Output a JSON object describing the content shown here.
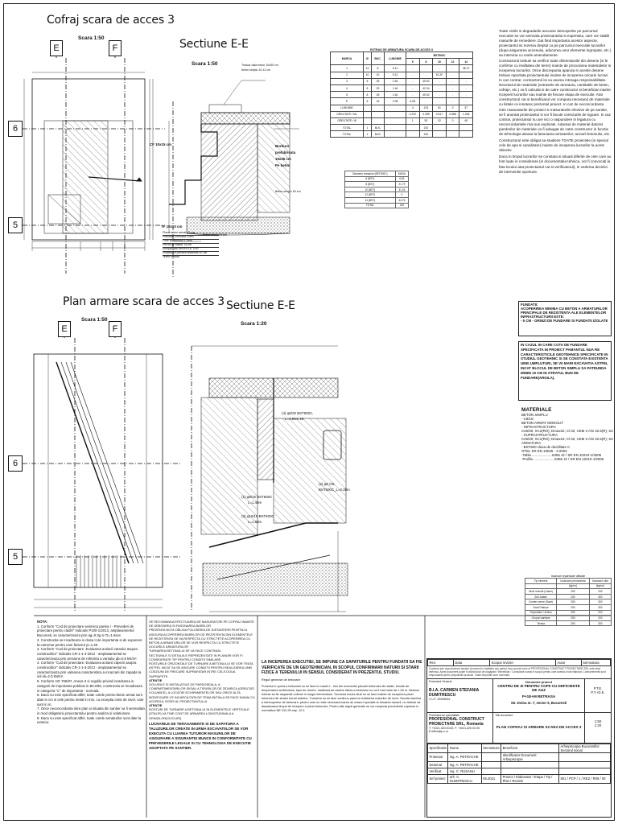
{
  "titles": {
    "cofraj": "Cofraj scara de acces 3",
    "cofraj_scale": "Scara 1:50",
    "sectiune_top": "Sectiune E-E",
    "sectiune_top_scale": "Scara 1:50",
    "plan_armare": "Plan armare scara  de acces 3",
    "plan_scale": "Scara 1:50",
    "sectiune_bottom": "Sectiune E-E",
    "sectiune_bottom_scale": "Scara 1:20"
  },
  "grid_marks": {
    "e": "E",
    "f": "F",
    "six": "6",
    "five": "5"
  },
  "section_labels": {
    "trotuar": "Trotuar dala beton 10x50 cm",
    "beton_simplu_top": "beton simplu 10-11 cm",
    "beton_simplu_50": "Beton simplu 50 cm",
    "beton_simplu_5": "Beton simplu 5 cm",
    "bordura": "Bordura",
    "prefab": "prefabricata",
    "dims_bordura": "15x25 cm",
    "pe_beton": "Pe beton",
    "cf": "CF 10x15 cm",
    "tf": "TF 10x10 cm",
    "layers": [
      "Placa beton armat 15 cm",
      "Polistiren extrudat 10cm",
      "Folie polietilena 0.2mm",
      "Perna de balast 14-cm",
      "compactata 98%PROCTOR",
      "Umplutura pamant stabilizat cu var",
      "Teren natural"
    ],
    "bar1": "(4) φ8/20 BST500C,",
    "bar1_len": "L=1.64m  22",
    "bar2": "(2) φ8 /20,",
    "bar2_sub": "BST500C_L=0.38m",
    "bar3": "(1) φ8/15 BST500C",
    "bar3_len": "L=1.46m",
    "bar4": "(3) φ10/15 BST500C",
    "bar4_len": "L=1.68m"
  },
  "extract": {
    "title": "EXTRAS DE ARMATURA SCARA DE ACCES 3",
    "headers": [
      "MARCA",
      "Ø",
      "BUC.",
      "LUNGIME",
      "BST500C"
    ],
    "subheaders": [
      "",
      "",
      "",
      "",
      "6",
      "8",
      "10",
      "12",
      "14"
    ],
    "rows": [
      [
        "1",
        "14",
        "8",
        "5.12",
        "-",
        "-",
        "-",
        "-",
        "38.72"
      ],
      [
        "2",
        "10",
        "10",
        "5.12",
        "-",
        "-",
        "51.20",
        "-",
        "-"
      ],
      [
        "3",
        "8",
        "28",
        "1.64",
        "-",
        "45.92",
        "-",
        "-",
        "-"
      ],
      [
        "4",
        "8",
        "29",
        "1.46",
        "-",
        "42.34",
        "-",
        "-",
        "-"
      ],
      [
        "5",
        "8",
        "28",
        "1.64",
        "-",
        "45.92",
        "-",
        "-",
        "-"
      ],
      [
        "5'",
        "8",
        "16",
        "0.38",
        "6.08",
        "-",
        "-",
        "-",
        "-"
      ]
    ],
    "totals": [
      [
        "LUNGIME",
        "",
        "",
        "",
        "4",
        "133",
        "51",
        "0",
        "37"
      ],
      [
        "GREUTATE / ML",
        "",
        "",
        "",
        "0.222",
        "0.395",
        "0.617",
        "0.888",
        "1.208"
      ],
      [
        "GREUTATE / Ø",
        "",
        "",
        "",
        "1",
        "53",
        "32",
        "0",
        "45"
      ],
      [
        "TOTAL",
        "1",
        "BUC",
        "",
        "",
        "130",
        "",
        "",
        ""
      ],
      [
        "TOTAL",
        "1",
        "BUC",
        "",
        "",
        "130",
        "",
        "",
        ""
      ]
    ]
  },
  "mini_table": {
    "rows": [
      [
        "Diametru armatura (BST500C)",
        "MASA"
      ],
      [
        "6 (BST)",
        "6.82"
      ],
      [
        "8 (BST)",
        "21.79"
      ],
      [
        "10 (BST)",
        "31.26"
      ],
      [
        "12 (BST)",
        "0"
      ],
      [
        "14 (BST)",
        "44.76"
      ],
      [
        "TOTAL",
        "130"
      ]
    ]
  },
  "notes_right": [
    "Toate viciile si degradarile ascunse descoperite pe parcursul executiei se vor semnala proiectantului si expertului, care vor stabili masurile de remediere. Dat fiind importanta acestor aspecte, proiectantul isi rezerva dreptul ca pe parcursul executiei lucrarilor (dupa asigurarea accesului, aducerea unor elemente ingropate, etc.) sa intervina cu unele amendamente.",
    "Contractorul trebuie sa verifice toate dimensiunile din desene (si le confirme cu realitatea din teren) inainte de procurarea materialelor si inceperea lucrarilor. Orice discrepanta aparuta in aceste desene trebuie raportata proiectantului inainte de inceperea oricarei lucrari. In caz contrar, contractorul isi va asuma intreaga responsabilitate.",
    "Necesarul de materiale (extrasele de armatura, cantitatile de beton, cofraje, etc.) va fi calculat si de catre constructor si beneficiar inainte inceperii lucrarilor sau inainte de fiecare etapa de executie. Atat constructorul cat si beneficiarul vor compara necesarul de materiale cu listele ce insotesc prezentul proiect. In caz de neconcordanta intre masuratorile din proiect si masuratorile efective de pe santier, se fi anuntat proiectantul si vor fi facute corecturile de rigoare. In caz contrar, proiectantul nu are nici o raspundere in legatura cu neconcordantele mai sus explicate. Adaosul de material datorat pierderilor de materiale va fi adaugat de catre constructor in functie de tehnologia aleasa la fasonarea armaturilor, turnarii betonului, etc.",
    "Constructorul este obligat sa studieze TOATE proiectele (in special cele de apa si canalizare) inainte de inceperea lucrarilor la acest obiectiv.",
    "Daca in timpul lucrarilor  se constata si situatii diferite de cele care au fost luate in considerare (in documentatia tehnica, vor fi convocati la fata locului atat proiectantul cat si verificatorul), in vederea deciziei de interventie oportune."
  ],
  "fundatii": {
    "title": "FUNDATII:",
    "lines": [
      "ACOPERIREA MINIMA CU BETON A ARMATURILOR",
      "PRINCIPALE DE REZISTENTA ALE ELEMENTELOR",
      "INFRASTRUCTURII ESTE:",
      "- 5 CM - GRINZI DE FUNDARE SI FUNDATII IZOLATE"
    ]
  },
  "warning": "IN CAZUL IN CARE COTA DE FUNDARE SPECIFICATA IN PROIECT PAMANTUL NUA RE CARACTERISTICILE GEOTEHNICE SPECIFICATE IN STUDIUL GEOTEHNIC SI SE CONSTATA EXISTENTA UNEI UMPLUTURI, SE VA MARI EXCAVATIA ASTFEL INCAT BLOCUL DE BETON SIMPLU SA PATRUNDA MINIM 10 CM IN STRATUL BUN DE FUNDARE(ARGILA).",
  "materiale": {
    "title": "MATERIALE",
    "lines": [
      "BETON SIMPLU",
      "- C8/10;",
      "BETON ARMAT MONOLIT",
      "- INFRASTRUCTURA",
      "C25/30; XC2(RO); Dmax32; Cl 02; CEM II A/S 32.5(R); S3",
      "- SUPRASTRUCTURA",
      "C25/30; XC1(RO); Dmax16; Cl 02; CEM II A/S 32.5(R); S3",
      "ARMATURA",
      "- BST500 clasa de ductilitate C",
      "OTEL SR EN 10025 - 2:2004",
      "-Table.....................S355 J2 / SR EN 10210-1/2006",
      "-Profile......................S355 J2 / SR EN 10210-1/2006"
    ]
  },
  "loads_table": {
    "title": "Incarcari repartizate utilizate",
    "headers": [
      "Tip element",
      "Incarcare permanenta",
      "Incarcare utila"
    ],
    "units": [
      "",
      "[kg/m²]",
      "[kg/m²]"
    ],
    "rows": [
      [
        "Nivel monolit (Cadre)",
        "250",
        "200"
      ],
      [
        "Zid/ zidarie",
        "250",
        "300"
      ],
      [
        "Comerc serve (Scari)",
        "250",
        "300"
      ],
      [
        "Scari/ Rampe",
        "250",
        "300"
      ],
      [
        "Depozitare / Arhiva",
        "250",
        "200"
      ],
      [
        "Grupuri sanitare",
        "250",
        "200"
      ],
      [
        "Terasa",
        "250",
        "300"
      ]
    ]
  },
  "nota": {
    "title": "NOTA:",
    "items": [
      "1.  Conform \"Cod de proiectare seismica partea I - Prevederi de proiectare pentru cladiri\" indicativ P100-1/2013, amplasamentul Bucuresti, se caracterizeaza prin ag=0.3g si Tc=1.6sec.",
      "2.  Constructia se incadreaza in clasa II de importanta si de expunere la cutremur pentru care factorul  γI=1.20.",
      "3.  Conform \"Cod de proiectare. Evaluarea actiunii vantului asupra constructiilor\" indicativ CR-1-1-4-2012 - amplasamentul se caracterizeaza prin presiune de referinta a vantului qb=0.5 kN/m².",
      "4.  Conform \"Cod de proiectare. Evaluarea actiunii zapezii asupra constructiilor\" indicativ CR-1-1-3-2012 - amplasamentul se caracterizeaza prin valoarea caracteristica a incarcarii din zapada la sol sk=2.0 kN/m².",
      "5.  Conform HG 766/97, Anexa 3 si regulile privind incadrarea in categorii de importanta publicat in BC4/96, constructia se incadreaza in categoria \"C\" de importanta - normala.",
      "6.  Daca nu este specificat altfel, toate cotele pentru beton armat sunt date in cm si cele pentru metal in mm, cu exceptia celor de nivel, care sunt in m.",
      "7.  Orice neconcordanta intre plan si situatia din santier va fi semnalata in mod obligatoriu proiectantului pentru analiza si solutionare.",
      "8.  Daca nu este specificat altfel, toate cotele armaturilor sunt date la exterior."
    ]
  },
  "notes_mid": {
    "lines": [
      "SE RECOMANDA EFECTUAREA DE MASURATORI PE COFRAJ INAINTE DE DEBITAREA SI FASONAREA BARELOR.",
      "PREZENTA NOTA OBLIGA FOLOSIREA DE DISTANTIERI PENTRU A ASIGURA ACOPERIREA BARELOR DE REZISTENTA DIN ELEMENTELE DE REZISTENTA SE VA RESPECTA CU STRICTETE ACOPERIREA CU BETON A ARMATURILOR SE VOR RESPECTA CU STRICTETE DOCURILE ARMATURILOR",
      "TURNAREA BETONULUI SE VA FACE CONTINUU.",
      "SECTIUNILE SI DETALIILE REPREZENTATE IN PLANURI VOR FI CONSIDERATE TIP PENTRU CONDITII SIMILARE.",
      "ROSTURILE ORIZONTALE DE TURNARE A BETONULUI SE VOR TRATA ASTFEL INCAT SA SE ASIGURE CONDITII PENTRU REALIZAREA UNEI COEZIUNI DE FRECARE SUPRAFATAR INTRE CELE DOUA SUPRAFETE."
    ],
    "atentie1_title": "ATENTIE",
    "atentie1": "GOLURILE SI INSTALATIILE DE PARDOSEALA, A COMPARTIMENTARILOR SI/SAU A TIPURILOR DE ZIDARICA (GREUTATI VOLUMICE), A LOCATIEI ECHIPAMENTELOR SAU ORICE ALTA  MODIFICARE CE INCARCA FATA DE TEMA INITIALA SE FACE NUMAI CU ACORDUL SCRIS AL PROIECTANTULUI.",
    "atentie2_title": "ATENTIE",
    "atentie2": "ROSTURI DE TURNARE A BETONULUI IN ELEMENTELE VERTICALE (STALPI) VA TINE CONT DE ARMAREA LONGITUDINALA A GRINZILOR(CIOCURI).",
    "final": "LUCRARILE DE TERASAMENTE SI DE SAPATURA A TALUZURILOR CREATE IN URMA EXCAVATIILOR  SE VOR EXECUTA CU LUAREA TUTUROR MASURILOR DE ASIGURARE A SIGURANTEI MUNCII IN CONFORMITATE CU PREVEDERILE LEGALE SI CU TEHNOLOGIA DE EXECUTIE ADOPTATA PE SANTIER."
  },
  "foundation_note": {
    "bold": "LA INCEPEREA EXECUTIEI, SE IMPUNE CA SAPATURILE PENTRU FUNDATII SA FIE VERIFICATE DE UN GEOTEHNICIAN, IN SCOPUL CONFIRMARII NATURII SI STARII FIZICE A TERENULUI IN SENSUL CONSIDERAT IN PREZENTUL STUDIU.",
    "sub": "Reguli generale de betonare:",
    "text": "Punerea in opera a betonului nu se face in masini f - sinr din momentul plecarii betonului din statie, functie de temperatura ambientului, tipul de ciment. Inaltimea de cadere libera a betonului nu va fi mai mare de 1,50 m. Betonul trebuie sa fie raspandit uniform in lungul elementului. Turnarea noului strat nu se face inainte de inceperea prizei betonului din stratul turnat anterior. Turnarea nu se face continuu pana la realizarea rosturilor de lucru. Durata maxima a intreruperilor de betonare, pentru care nu este necesara luarea de masuri speciale la reluarea turnarii, nu trebuie sa depaseasca timpul de incepere a prizei betonului. Pentru alte reguli generale se vor respecta prevederile cuprinse in normativul NE 012-99 cap. 12.2."
  },
  "title_block": {
    "rev_headers": [
      "Rev.",
      "Data",
      "Scopul reviziei",
      "Autor",
      "Semnatura"
    ],
    "disclaimer": "Copierea sau reproducerea acestui document in totalitate sau partial, fara acordul scris al PROFESIONAL CONSTRUCT PROIECTARE SRL este strict interzisa. Acest document poate fi utilizat doar de Angajator / Beneficiar / Consultant numai in scopul pentru care acesta a fost elaborat. Contravenientii sunt responsabili pentru prejudiciile produse. Toate drepturile sunt rezervate.",
    "proiectant_general": "Proiectant General",
    "project_label": "Denumire proiect",
    "project_name": "CENTRU DE ZI PENTRU COPII CU DEFICIENTE DE AUZ",
    "project_level": "P+1E+M RETRASA",
    "address": "Str. Doina nr. 7, sector 5, Bucuresti",
    "arh_firm": "B.I.A. CARMEN STEFANIA DUMITRESCU",
    "cuf": "C.U.F.  2006/8016",
    "proiectant_specialitate": "Proiectant de specialitate",
    "firm": "PROFESIONAL CONSTRUCT PROIECTARE SRL, Romania",
    "phone": "T: +4021-320.00.82, F: +4021-320.03.05",
    "email": "E:office@p-c.ro",
    "drawing_title_label": "Titlu document",
    "drawing_title": "PLAN COFRAJ SI  ARMARE SCARA DE ACCES 3",
    "scale1": "1:50",
    "scale2": "1:20",
    "faza": "P.T.E.",
    "faza2": "P.T.+D.E.",
    "roles": [
      [
        "Specificatie",
        "Nume",
        "Semnatura",
        "Beneficiar",
        "Arhiepiscopia Bucurestilor Sectorul social"
      ],
      [
        "Proiectat",
        "ing. A. PETRACHE",
        "",
        "Identificator Document Arhiepiscopie",
        ""
      ],
      [
        "Desenat",
        "ing. A. PETRACHE",
        "",
        "",
        ""
      ],
      [
        "Verificat",
        "ing. C. RUSANU",
        "",
        "",
        ""
      ],
      [
        "Sef proiect",
        "arh. C. DUMITRESCU",
        "05.2021",
        "Proiect / Elaborator / Etapa / Tip / Plan / Revizie",
        "501 / PCP / 1 / REZ / R09 / 00"
      ]
    ]
  }
}
